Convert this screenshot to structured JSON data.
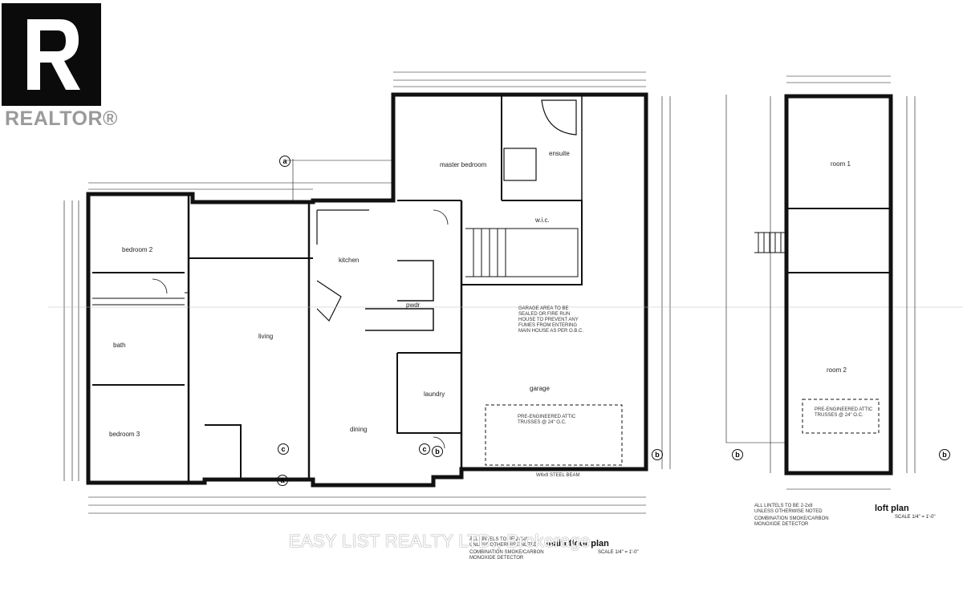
{
  "logo": {
    "text": "REALTOR®",
    "mark": "R"
  },
  "watermark": "EASY LIST REALTY LTD., Brokerage",
  "rooms": {
    "master_bedroom": "master bedroom",
    "ensuite": "ensuite",
    "wic": "w.i.c.",
    "bedroom2": "bedroom 2",
    "bedroom3": "bedroom 3",
    "bath": "bath",
    "living": "living",
    "kitchen": "kitchen",
    "powder": "pwdr",
    "laundry": "laundry",
    "dining": "dining",
    "garage": "garage",
    "room1": "room 1",
    "room2": "room 2"
  },
  "notes": {
    "garage_note": "GARAGE AREA TO BE\nSEALED OR FIRE RUN\nHOUSE TO PREVENT ANY\nFUMES FROM ENTERING\nMAIN HOUSE AS PER O.B.C.",
    "attic_main": "PRE-ENGINEERED ATTIC\nTRUSSES @ 24\" O.C.",
    "attic_loft": "PRE-ENGINEERED ATTIC\nTRUSSES @ 24\" O.C.",
    "beam": "W6x9 STEEL BEAM",
    "lintels": "ALL LINTELS TO BE 2-2x8\nUNLESS OTHERWISE NOTED",
    "smoke": "COMBINATION SMOKE/CARBON\nMONOXIDE DETECTOR"
  },
  "titles": {
    "main": "main floor plan",
    "main_scale": "SCALE 1/4\" = 1'-0\"",
    "loft": "loft plan",
    "loft_scale": "SCALE 1/4\" = 1'-0\""
  },
  "section_tags": [
    "a",
    "a",
    "b",
    "b",
    "b",
    "b",
    "c",
    "c"
  ]
}
